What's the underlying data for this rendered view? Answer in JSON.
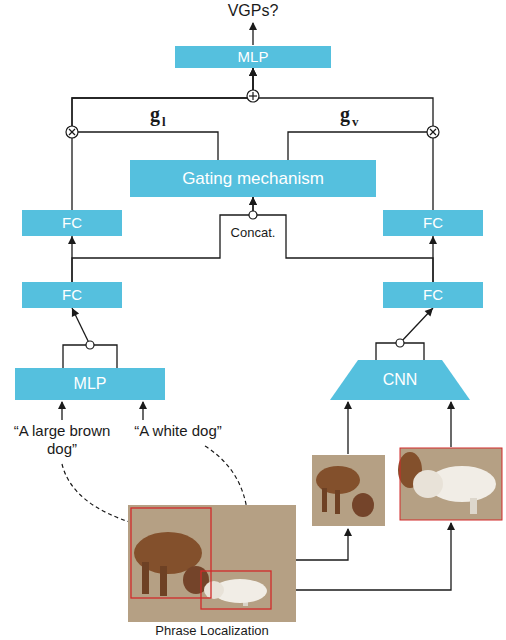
{
  "diagram": {
    "nodes": [
      {
        "text": [
          "MLP"
        ]
      },
      {
        "text": [
          "Gating mechanism"
        ]
      },
      {
        "text": [
          "FC"
        ]
      },
      {
        "text": [
          "FC"
        ]
      },
      {
        "text": [
          "FC"
        ]
      },
      {
        "text": [
          "FC"
        ]
      },
      {
        "text": [
          "MLP"
        ]
      },
      {
        "text": [
          "CNN"
        ]
      }
    ],
    "edges": [
      {
        "from": 4,
        "to": 2,
        "arrow": "to"
      },
      {
        "from": 5,
        "to": 3,
        "arrow": "to"
      },
      {
        "from": 6,
        "to": 4,
        "arrow": "to"
      },
      {
        "from": 7,
        "to": 5,
        "arrow": "to"
      },
      {
        "from": 4,
        "to": 1,
        "arrow": "to"
      },
      {
        "from": 5,
        "to": 1,
        "arrow": "to"
      },
      {
        "from": 2,
        "to": 0,
        "arrow": "to"
      },
      {
        "from": 3,
        "to": 0,
        "arrow": "to"
      },
      {
        "from": 1,
        "to": 0,
        "arrow": "to"
      }
    ],
    "labels": [
      "VGPs?",
      "g",
      "l",
      "g",
      "v",
      "Concat.",
      "“A large brown dog”",
      "“A white dog”",
      "Phrase Localization"
    ]
  }
}
